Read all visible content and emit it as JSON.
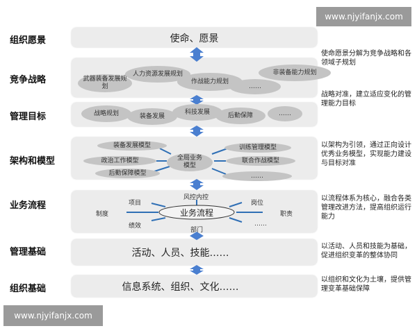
{
  "watermark": "www.njyifanjx.com",
  "rows": [
    {
      "label": "组织愿景"
    },
    {
      "label": "竞争战略"
    },
    {
      "label": "管理目标"
    },
    {
      "label": "架构和模型"
    },
    {
      "label": "业务流程"
    },
    {
      "label": "管理基础"
    },
    {
      "label": "组织基础"
    }
  ],
  "vision": "使命、愿景",
  "strategy": [
    "武器装备发展规划",
    "人力资源发展规划",
    "作战能力规划",
    "非装备能力规划",
    "……"
  ],
  "goals": [
    "战略规划",
    "装备发展",
    "科技发展",
    "后勤保障",
    "……"
  ],
  "models": {
    "center": "全局业务模型",
    "items": [
      "装备发展模型",
      "政治工作模型",
      "后勤保障模型",
      "训练管理模型",
      "联合作战模型",
      "……"
    ]
  },
  "process": {
    "center": "业务流程",
    "items": [
      "风控内控",
      "项目",
      "制度",
      "绩效",
      "部门",
      "岗位",
      "职责",
      "……"
    ]
  },
  "management_base": "活动、人员、技能……",
  "org_base": "信息系统、组织、文化……",
  "notes": [
    "使命愿景分解为竞争战略和各领域子规划",
    "战略对准，建立适应变化的管理能力目标",
    "以架构为引领，通过正向设计优秀业务模型，实现能力建设与目标对准",
    "以流程体系为核心，融合各类管理改进方法，提高组织运行能力",
    "以活动、人员和技能为基础，促进组织变革的整体协同",
    "以组织和文化为土壤，提供管理变革基础保障"
  ],
  "colors": {
    "arrow": "#4a7fd0",
    "line": "#2f6fb5",
    "band": "#ececec",
    "ellipse": "#c4c4c4"
  }
}
